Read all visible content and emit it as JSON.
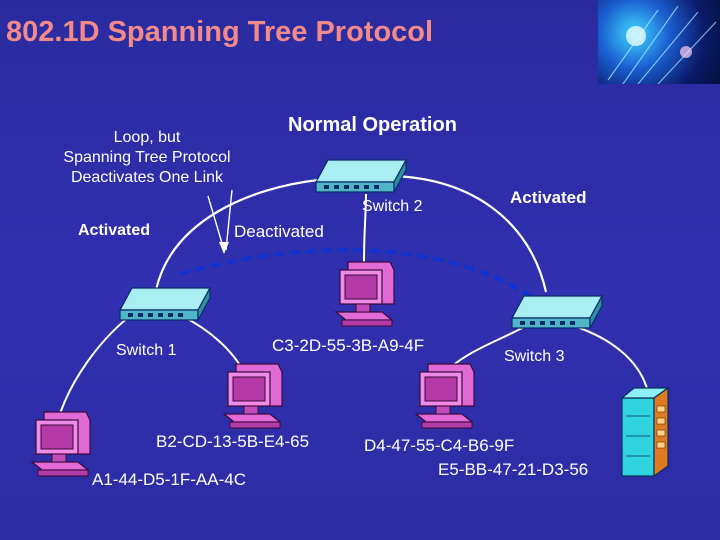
{
  "slide": {
    "title": "802.1D Spanning Tree Protocol",
    "heading": "Normal Operation",
    "note_lines": [
      "Loop, but",
      "Spanning Tree Protocol",
      "Deactivates One Link"
    ]
  },
  "links": {
    "left_label": "Activated",
    "right_label": "Activated",
    "deactivated_label": "Deactivated"
  },
  "switches": {
    "s1": "Switch 1",
    "s2": "Switch 2",
    "s3": "Switch 3"
  },
  "addresses": {
    "pc_center": "C3-2D-55-3B-A9-4F",
    "pc_mid": "B2-CD-13-5B-E4-65",
    "pc_left": "A1-44-D5-1F-AA-4C",
    "pc_right": "D4-47-55-C4-B6-9F",
    "server": "E5-BB-47-21-D3-56"
  },
  "colors": {
    "title": "#f28a8a",
    "background": "#2c2ca6",
    "link_active": "#ffffff",
    "link_blocked": "#1030d0",
    "switch_body": "#7fdde6",
    "pc_body": "#e26ad6",
    "server_body": "#2fd3e0"
  },
  "icons": {
    "switch": "network-switch-icon",
    "pc": "desktop-computer-icon",
    "server": "server-tower-icon"
  }
}
